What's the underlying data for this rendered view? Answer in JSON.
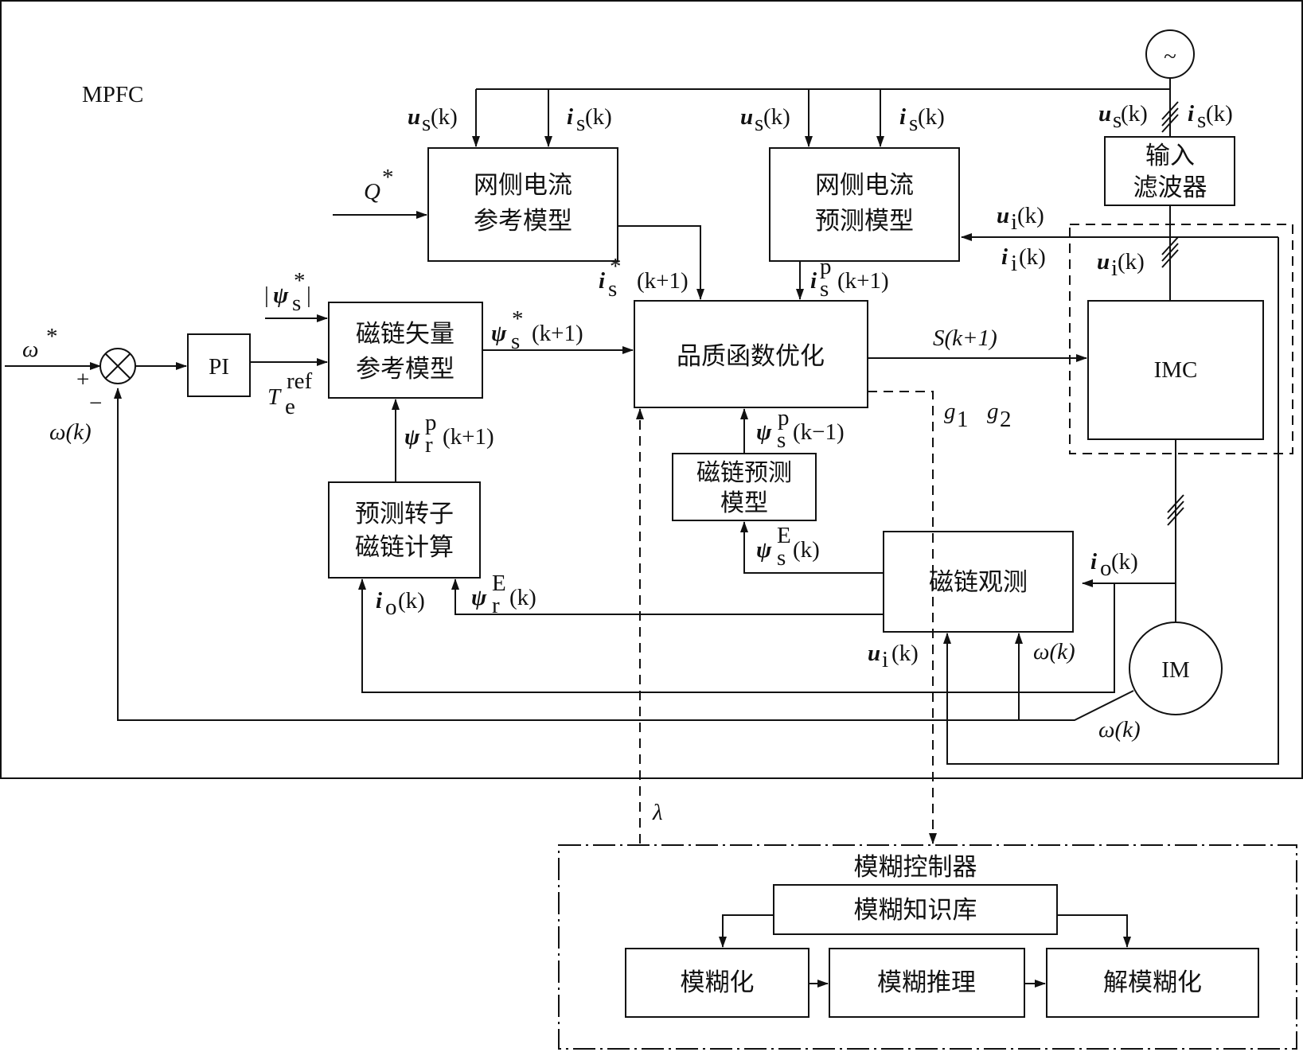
{
  "system_label": "MPFC",
  "blocks": {
    "grid_ref": [
      "网侧电流",
      "参考模型"
    ],
    "grid_pred": [
      "网侧电流",
      "预测模型"
    ],
    "input_filter": [
      "输入",
      "滤波器"
    ],
    "flux_ref": [
      "磁链矢量",
      "参考模型"
    ],
    "pi": "PI",
    "quality": "品质函数优化",
    "imc": "IMC",
    "flux_pred": [
      "磁链预测",
      "模型"
    ],
    "rotor_calc": [
      "预测转子",
      "磁链计算"
    ],
    "flux_obs": "磁链观测",
    "motor": "IM"
  },
  "fuzzy": {
    "title": "模糊控制器",
    "knowledge_base": "模糊知识库",
    "fuzzify": "模糊化",
    "inference": "模糊推理",
    "defuzzify": "解模糊化"
  },
  "signals": {
    "omega_ref": "ω",
    "omega_k": "ω(k)",
    "plus": "+",
    "minus": "−",
    "Q_ref": "Q",
    "star": "*",
    "us_k": "u",
    "is_k": "i",
    "ui_k": "u",
    "ii_k": "i",
    "io_k": "i",
    "k_arg": "(k)",
    "k1_arg": "(k+1)",
    "km1_arg": "(k−1)",
    "sub_s": "s",
    "sub_i": "i",
    "sub_o": "o",
    "sub_r": "r",
    "sup_p": "p",
    "sup_E": "E",
    "sup_ref": "ref",
    "sub_e": "e",
    "T": "T",
    "psi": "ψ",
    "S_k1": "S(k+1)",
    "g1": "g",
    "g2": "g",
    "one": "1",
    "two": "2",
    "lambda": "λ",
    "abs_bar": "|"
  },
  "ac_source_symbol": "~"
}
